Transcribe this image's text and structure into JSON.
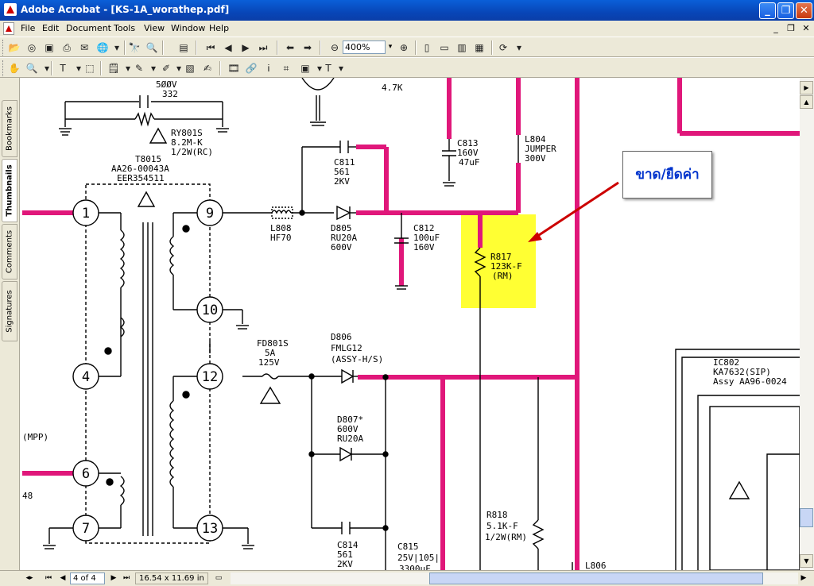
{
  "window": {
    "title": "Adobe Acrobat - [KS-1A_worathep.pdf]"
  },
  "menu": [
    "File",
    "Edit",
    "Document",
    "Tools",
    "View",
    "Window",
    "Help"
  ],
  "toolbar": {
    "zoom": "400%"
  },
  "nav_tabs": [
    "Bookmarks",
    "Thumbnails",
    "Comments",
    "Signatures"
  ],
  "status": {
    "page": "4 of 4",
    "size": "16.54 x 11.69 in"
  },
  "annotation": {
    "text": "ขาด/ยืดค่า",
    "highlight_color": "#ffff33",
    "arrow_color": "#cc0000"
  },
  "colors": {
    "trace": "#e0177a",
    "wire": "#000000"
  },
  "schematic": {
    "top_labels": [
      "5ØØV",
      "332",
      "4.7K"
    ],
    "ry801s": [
      "RY801S",
      "8.2M-K",
      "1/2W(RC)"
    ],
    "transformer": [
      "T8015",
      "AA26-00043A",
      "EER354511"
    ],
    "pins": [
      "1",
      "9",
      "10",
      "4",
      "12",
      "6",
      "7",
      "13"
    ],
    "c811": [
      "C811",
      "561",
      "2KV"
    ],
    "l808": [
      "L808",
      "HF70"
    ],
    "d805": [
      "D805",
      "RU20A",
      "600V"
    ],
    "c812": [
      "C812",
      "100uF",
      "160V"
    ],
    "c813": [
      "C813",
      "160V",
      "47uF"
    ],
    "l804": [
      "L804",
      "JUMPER",
      "300V"
    ],
    "r817": [
      "R817",
      "123K-F",
      "(RM)"
    ],
    "fd801s": [
      "FD801S",
      "5A",
      "125V"
    ],
    "d806": [
      "D806",
      "FMLG12",
      "(ASSY-H/S)"
    ],
    "d807": [
      "D807*",
      "600V",
      "RU20A"
    ],
    "c814": [
      "C814",
      "561",
      "2KV"
    ],
    "c815": [
      "C815",
      "25V|105|",
      "3300uF"
    ],
    "r818": [
      "R818",
      "5.1K-F",
      "1/2W(RM)"
    ],
    "ic802": [
      "IC802",
      "KA7632(SIP)",
      "Assy AA96-0024"
    ],
    "l806": "L806",
    "left_labels": [
      "(MPP)",
      "48"
    ]
  }
}
